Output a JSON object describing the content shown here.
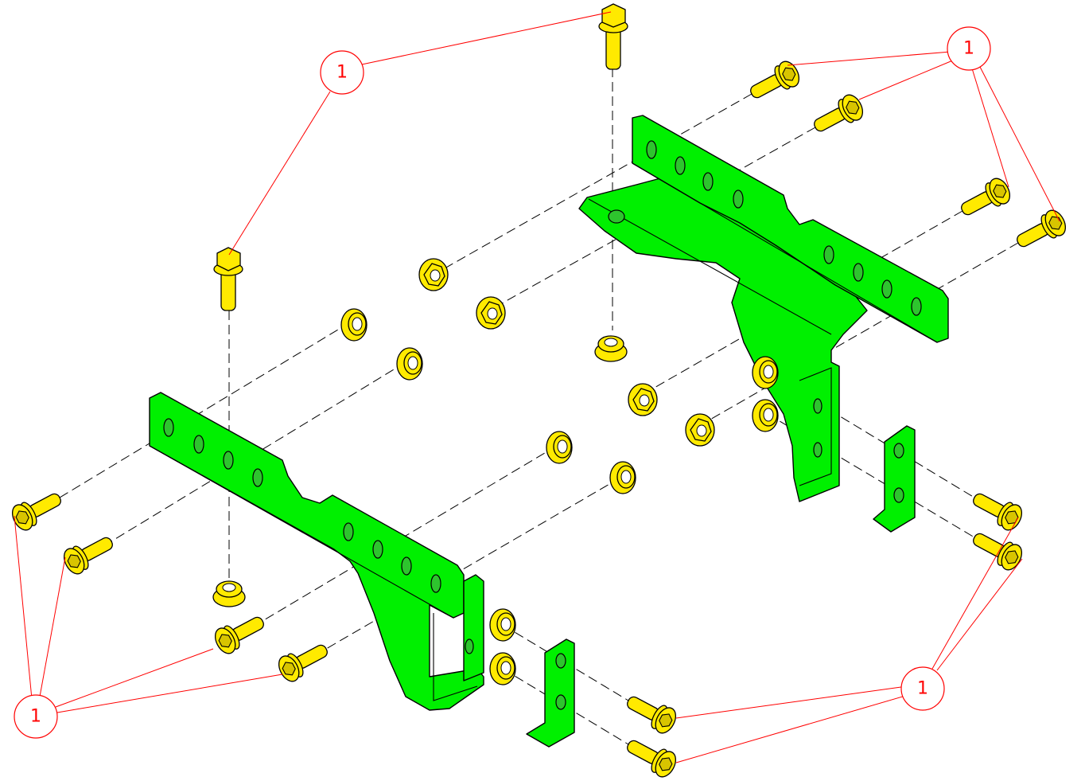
{
  "colors": {
    "bracket": "#00f000",
    "hardware": "#ffea00",
    "balloon": "#ff0000"
  },
  "balloons": [
    {
      "label": "1"
    },
    {
      "label": "1"
    },
    {
      "label": "1"
    },
    {
      "label": "1"
    }
  ]
}
